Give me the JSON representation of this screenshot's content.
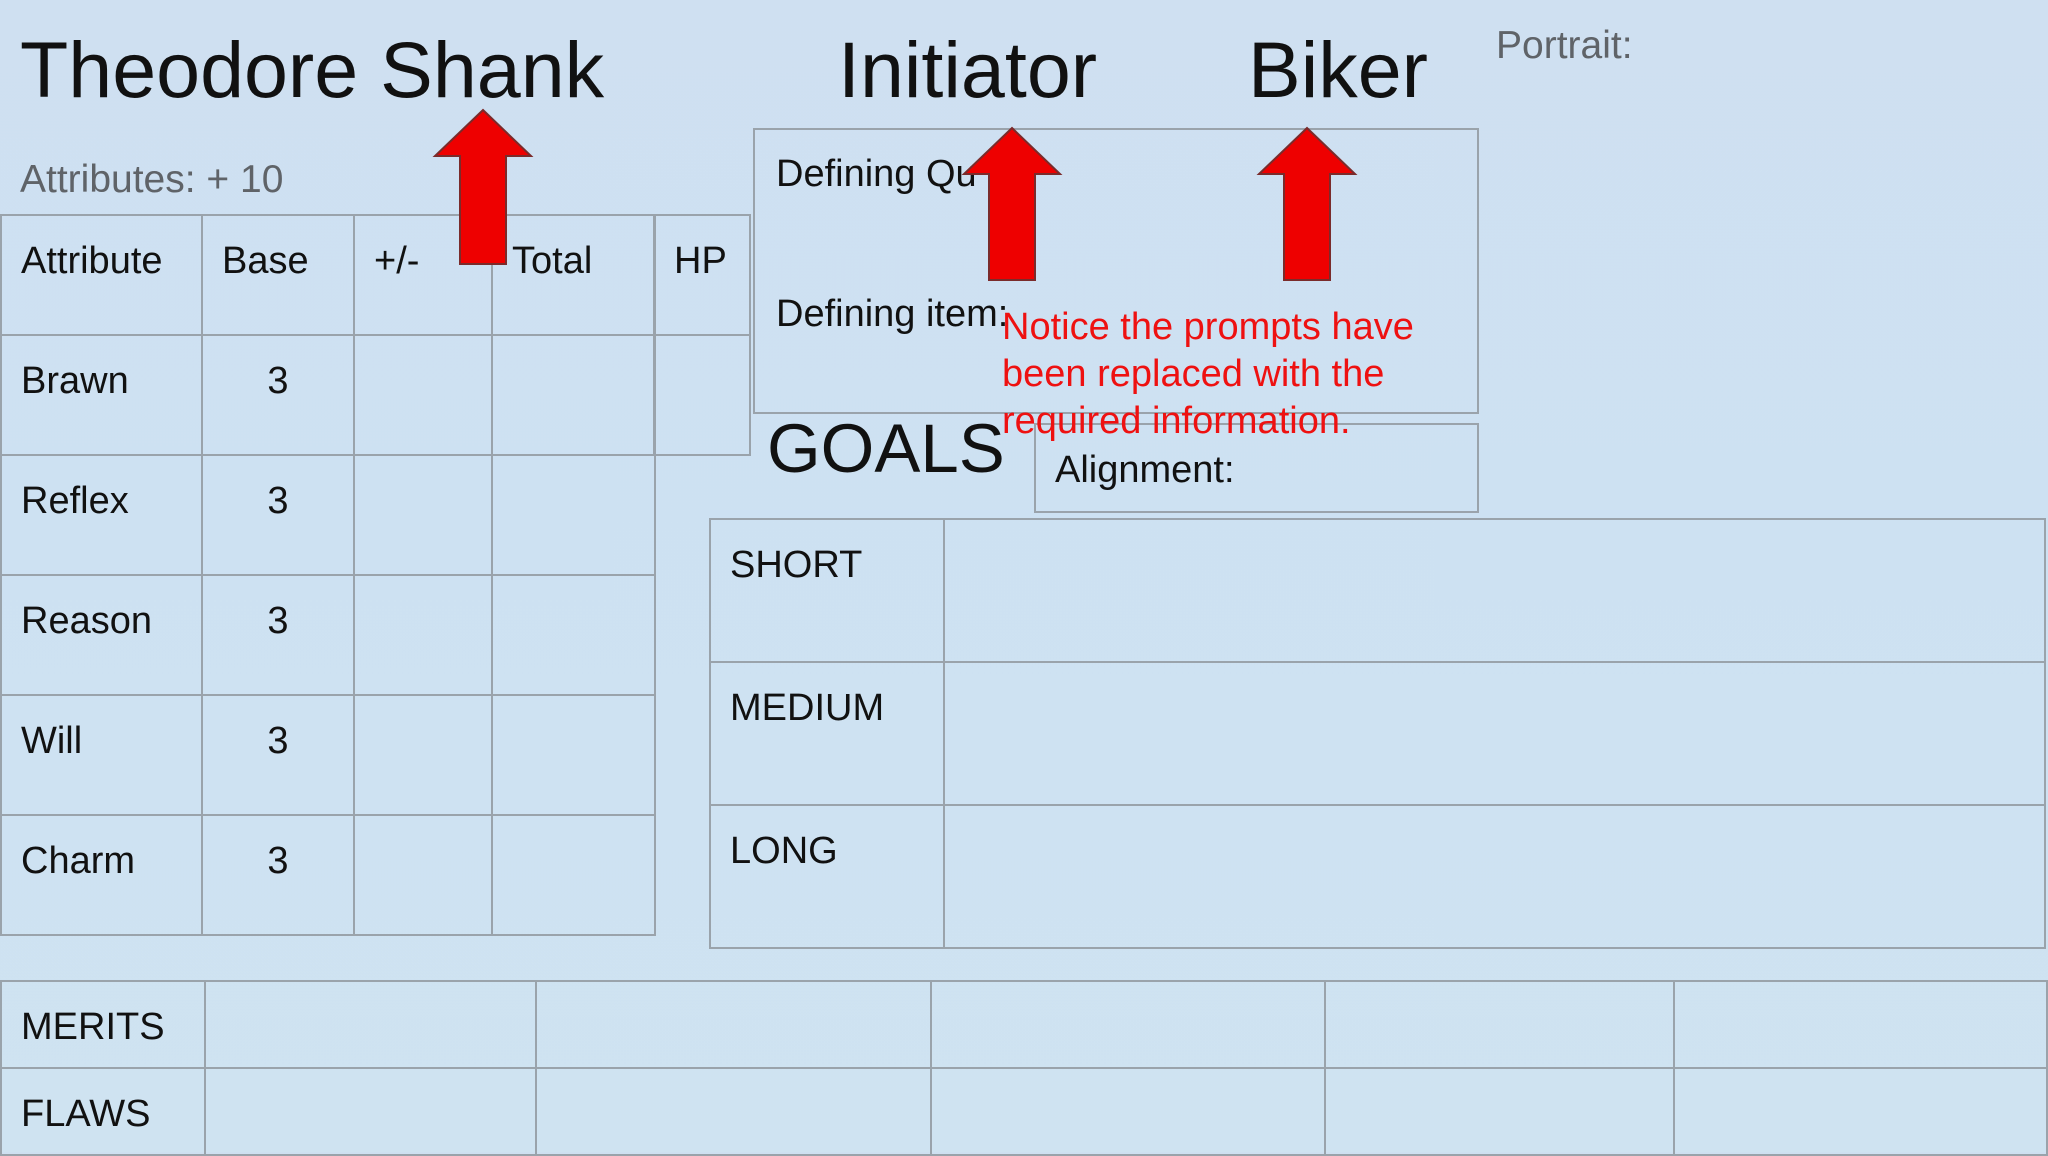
{
  "header": {
    "character_name": "Theodore Shank",
    "role": "Initiator",
    "background": "Biker",
    "portrait_label": "Portrait:"
  },
  "attributes": {
    "summary": "Attributes: + 10",
    "columns": [
      "Attribute",
      "Base",
      "+/-",
      "Total"
    ],
    "hp_label": "HP",
    "rows": [
      {
        "name": "Brawn",
        "base": "3"
      },
      {
        "name": "Reflex",
        "base": "3"
      },
      {
        "name": "Reason",
        "base": "3"
      },
      {
        "name": "Will",
        "base": "3"
      },
      {
        "name": "Charm",
        "base": "3"
      }
    ]
  },
  "defining": {
    "quality_label": "Defining Qu",
    "item_label": "Defining item:"
  },
  "annotation": {
    "line1": "Notice the prompts have",
    "line2": "been replaced with the",
    "line3": "required information.",
    "color": "#ee1111"
  },
  "goals": {
    "heading": "GOALS",
    "alignment_label": "Alignment:",
    "rows": [
      "SHORT",
      "MEDIUM",
      "LONG"
    ]
  },
  "merits_flaws": {
    "rows": [
      "MERITS",
      "FLAWS"
    ]
  },
  "colors": {
    "arrow_fill": "#ee0000",
    "arrow_stroke": "#7a2b2b",
    "grid": "#9aa3ab",
    "background": "#cfe1f2"
  }
}
